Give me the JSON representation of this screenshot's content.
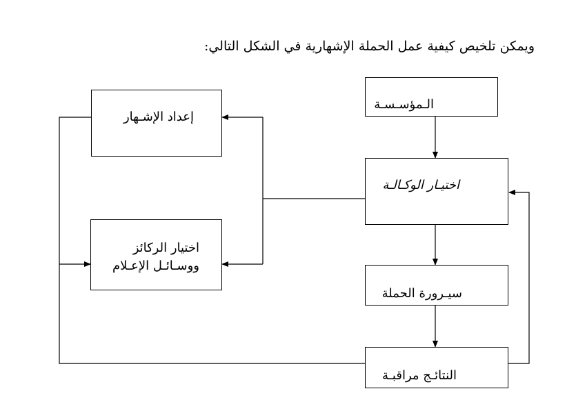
{
  "heading": "ويمكن تلخيص كيفية عمل الحملة الإشهارية في الشكل التالي:",
  "boxes": {
    "institution": "الـمؤسـسـة",
    "agency_choice": "اختيـار الوكـالـة",
    "campaign_process": "سيـرورة الحملة",
    "results_monitoring": "النتائـج مراقبـة",
    "ad_preparation": "إعداد الإشـهار",
    "media_choice_line1": "اختيار الركائز",
    "media_choice_line2": "ووسـائـل الإعـلام"
  }
}
